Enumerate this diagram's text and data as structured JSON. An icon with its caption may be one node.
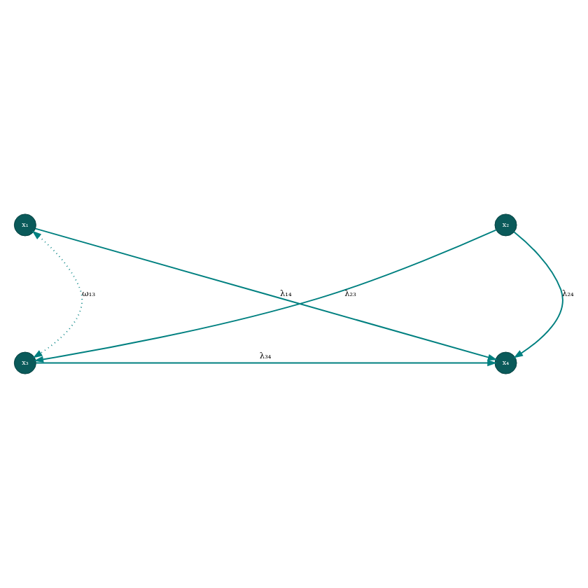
{
  "diagram": {
    "nodes": [
      {
        "text": [
          "x₁"
        ]
      },
      {
        "text": [
          "x₂"
        ]
      },
      {
        "text": [
          "x₃"
        ]
      },
      {
        "text": [
          "x₄"
        ]
      }
    ],
    "edges": [
      {
        "from": 0,
        "to": 3,
        "arrow": "to",
        "label": "λ₁₄"
      },
      {
        "from": 1,
        "to": 2,
        "arrow": "to",
        "label": "λ₂₃"
      },
      {
        "from": 1,
        "to": 3,
        "arrow": "to",
        "label": "λ₂₄"
      },
      {
        "from": 2,
        "to": 3,
        "arrow": "to",
        "label": "λ₃₄"
      },
      {
        "from": 0,
        "to": 2,
        "arrow": "both",
        "label": "ω₁₃",
        "style": "dashed"
      }
    ]
  }
}
